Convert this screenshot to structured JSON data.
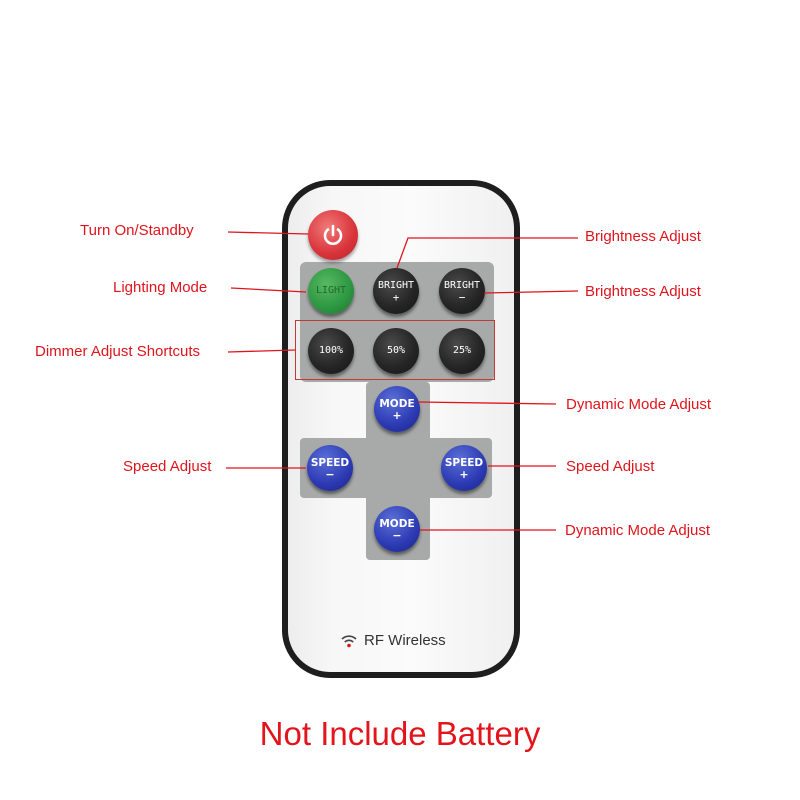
{
  "remote": {
    "power_icon": "power-icon",
    "buttons": {
      "light": "LIGHT",
      "bright_plus": "BRIGHT",
      "bright_plus_sign": "+",
      "bright_minus": "BRIGHT",
      "bright_minus_sign": "−",
      "dim_100": "100%",
      "dim_50": "50%",
      "dim_25": "25%",
      "mode_plus": "MODE",
      "mode_plus_sign": "+",
      "mode_minus": "MODE",
      "mode_minus_sign": "−",
      "speed_minus": "SPEED",
      "speed_minus_sign": "−",
      "speed_plus": "SPEED",
      "speed_plus_sign": "+"
    },
    "brand_icon": "wireless-icon",
    "brand": "RF Wireless"
  },
  "annotations": {
    "turn_on": "Turn On/Standby",
    "lighting_mode": "Lighting Mode",
    "dimmer_shortcuts": "Dimmer Adjust Shortcuts",
    "speed_left": "Speed Adjust",
    "brightness_top": "Brightness Adjust",
    "brightness_bottom": "Brightness Adjust",
    "dynamic_top": "Dynamic Mode Adjust",
    "speed_right": "Speed Adjust",
    "dynamic_bottom": "Dynamic Mode Adjust"
  },
  "footer": "Not Include Battery",
  "colors": {
    "annotation": "#e0141c",
    "power": "#d9333a",
    "light": "#2c9640",
    "dark_button": "#262626",
    "blue_button": "#2c3ab3",
    "panel": "#a7aaa8",
    "frame": "#1e1e1e"
  }
}
